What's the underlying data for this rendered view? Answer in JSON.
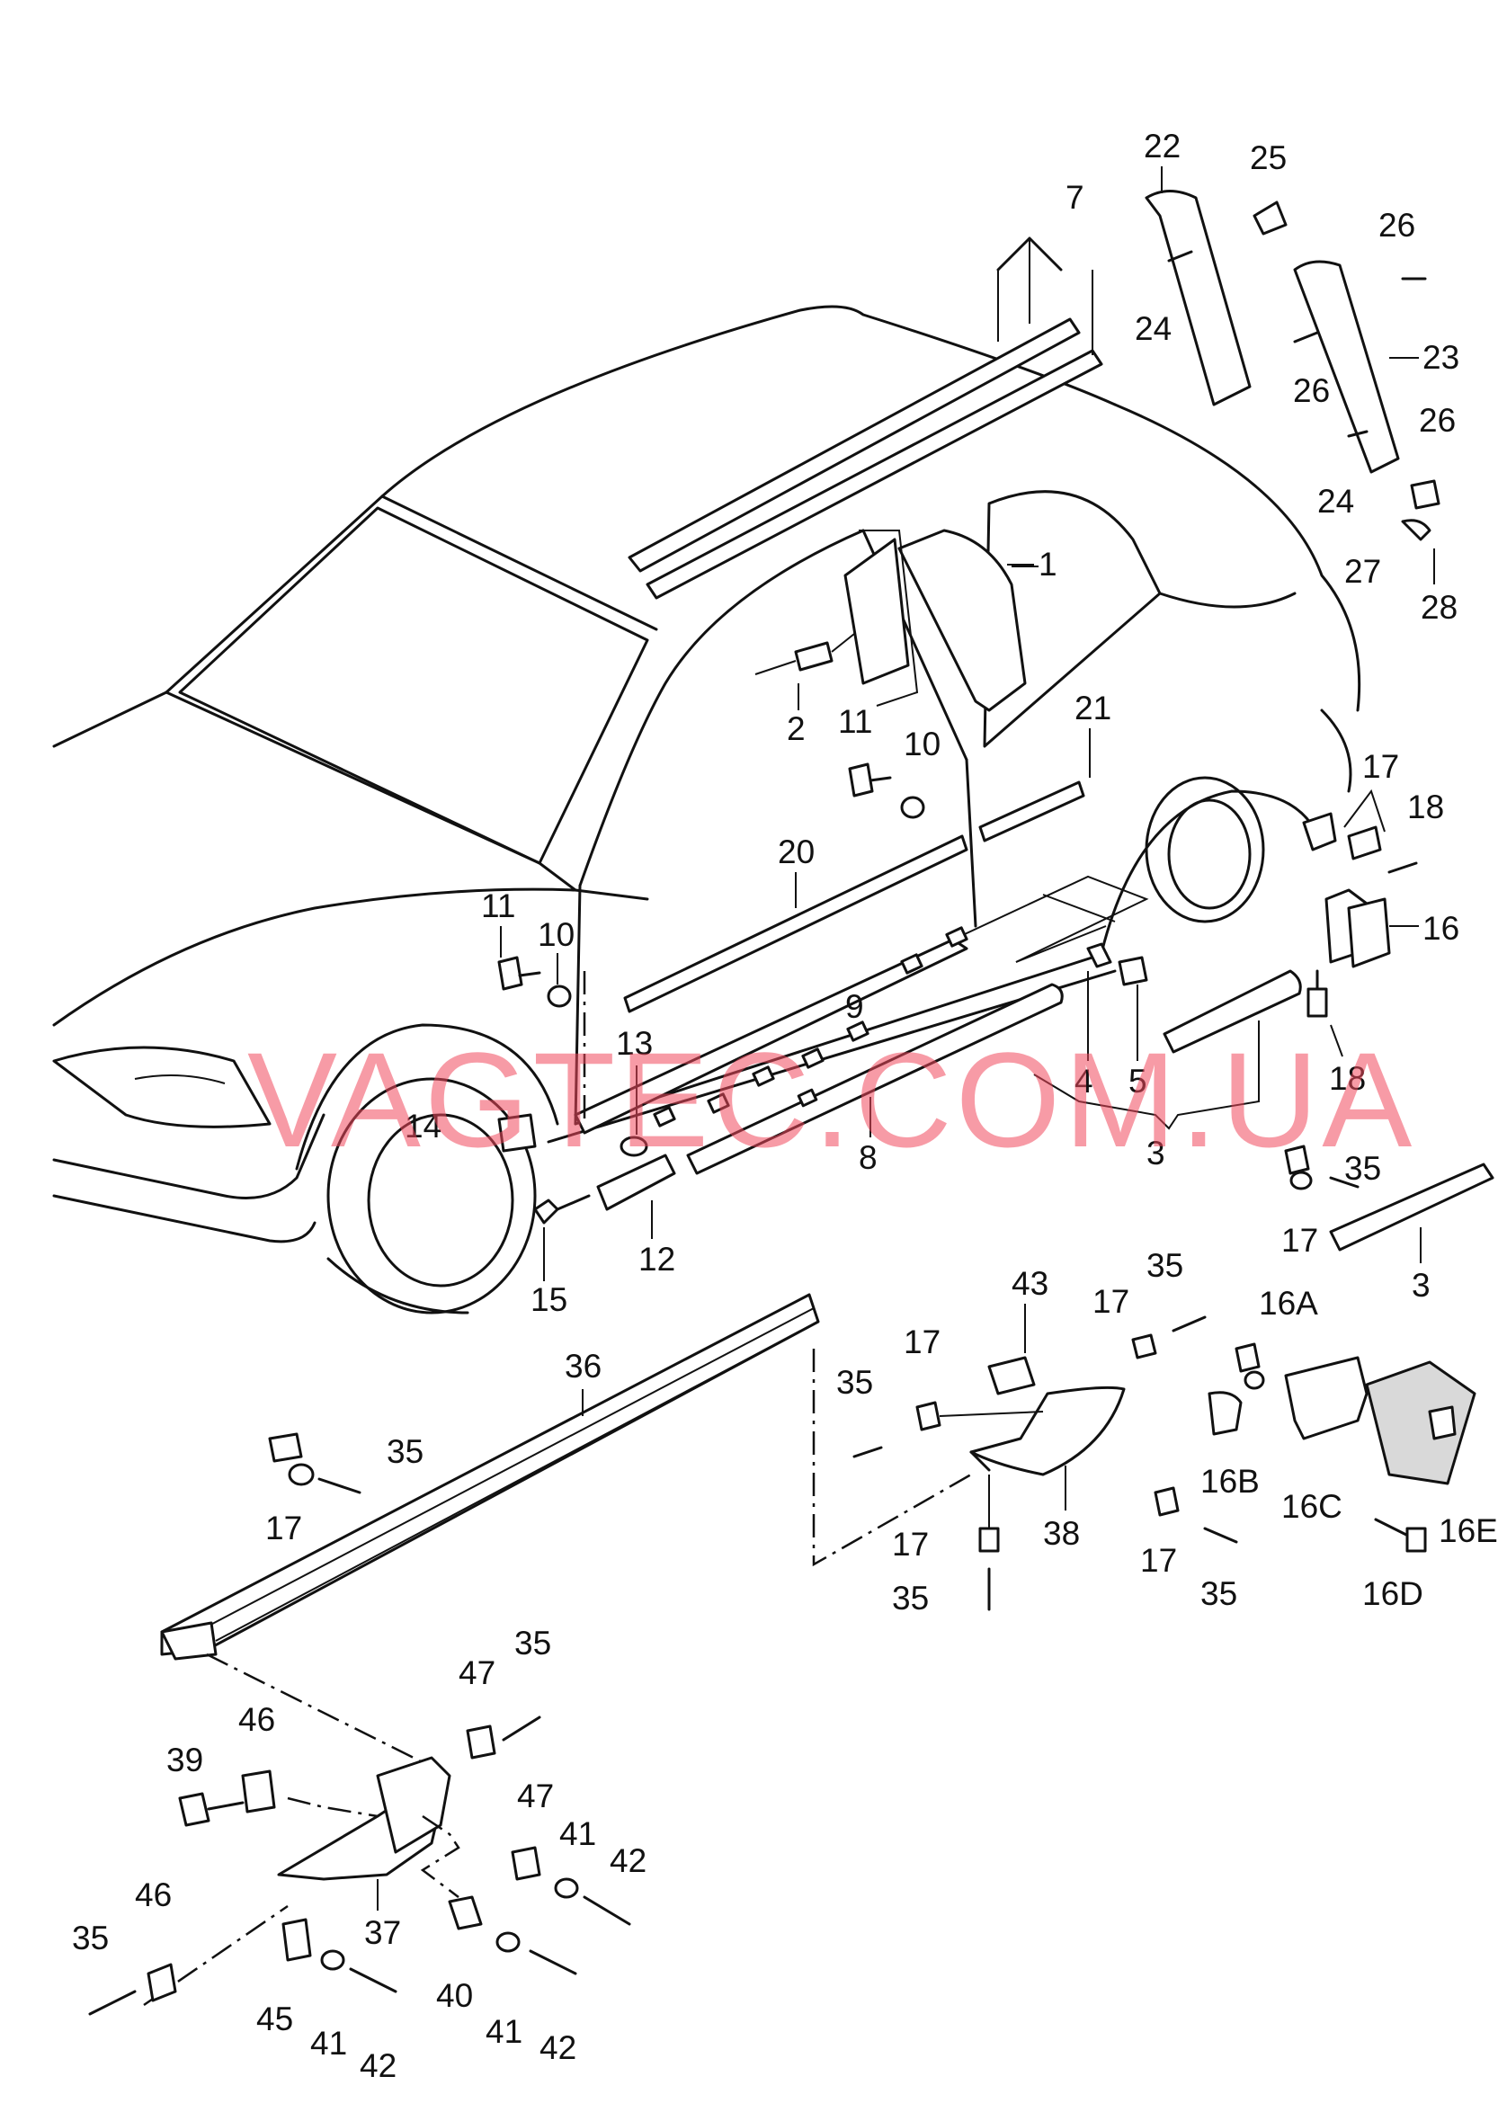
{
  "watermark": "VAGTEC.COM.UA",
  "labels": {
    "l1": "1",
    "l2": "2",
    "l3a": "3",
    "l3b": "3",
    "l4": "4",
    "l5": "5",
    "l7": "7",
    "l8": "8",
    "l9": "9",
    "l10a": "10",
    "l10b": "10",
    "l11a": "11",
    "l11b": "11",
    "l12": "12",
    "l13": "13",
    "l14": "14",
    "l15": "15",
    "l16": "16",
    "l16A": "16A",
    "l16B": "16B",
    "l16C": "16C",
    "l16D": "16D",
    "l16E": "16E",
    "l17a": "17",
    "l17b": "17",
    "l17c": "17",
    "l17d": "17",
    "l17e": "17",
    "l17f": "17",
    "l17g": "17",
    "l18a": "18",
    "l18b": "18",
    "l20": "20",
    "l21": "21",
    "l22": "22",
    "l23": "23",
    "l24a": "24",
    "l24b": "24",
    "l25": "25",
    "l26a": "26",
    "l26b": "26",
    "l26c": "26",
    "l27": "27",
    "l28": "28",
    "l35a": "35",
    "l35b": "35",
    "l35c": "35",
    "l35d": "35",
    "l35e": "35",
    "l35f": "35",
    "l35g": "35",
    "l35h": "35",
    "l36": "36",
    "l37": "37",
    "l38": "38",
    "l39": "39",
    "l40": "40",
    "l41a": "41",
    "l41b": "41",
    "l41c": "41",
    "l42a": "42",
    "l42b": "42",
    "l42c": "42",
    "l43": "43",
    "l45": "45",
    "l46a": "46",
    "l46b": "46",
    "l47a": "47",
    "l47b": "47"
  }
}
